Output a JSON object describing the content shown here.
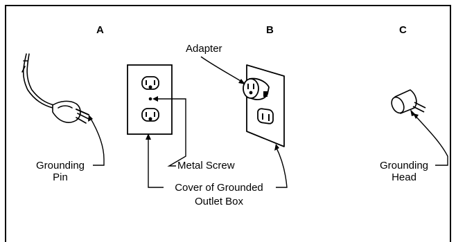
{
  "panels": {
    "a": "A",
    "b": "B",
    "c": "C"
  },
  "labels": {
    "grounding_pin": [
      "Grounding",
      "Pin"
    ],
    "metal_screw": "Metal Screw",
    "cover": [
      "Cover of Grounded",
      "Outlet Box"
    ],
    "adapter": "Adapter",
    "grounding_head": [
      "Grounding",
      "Head"
    ]
  }
}
